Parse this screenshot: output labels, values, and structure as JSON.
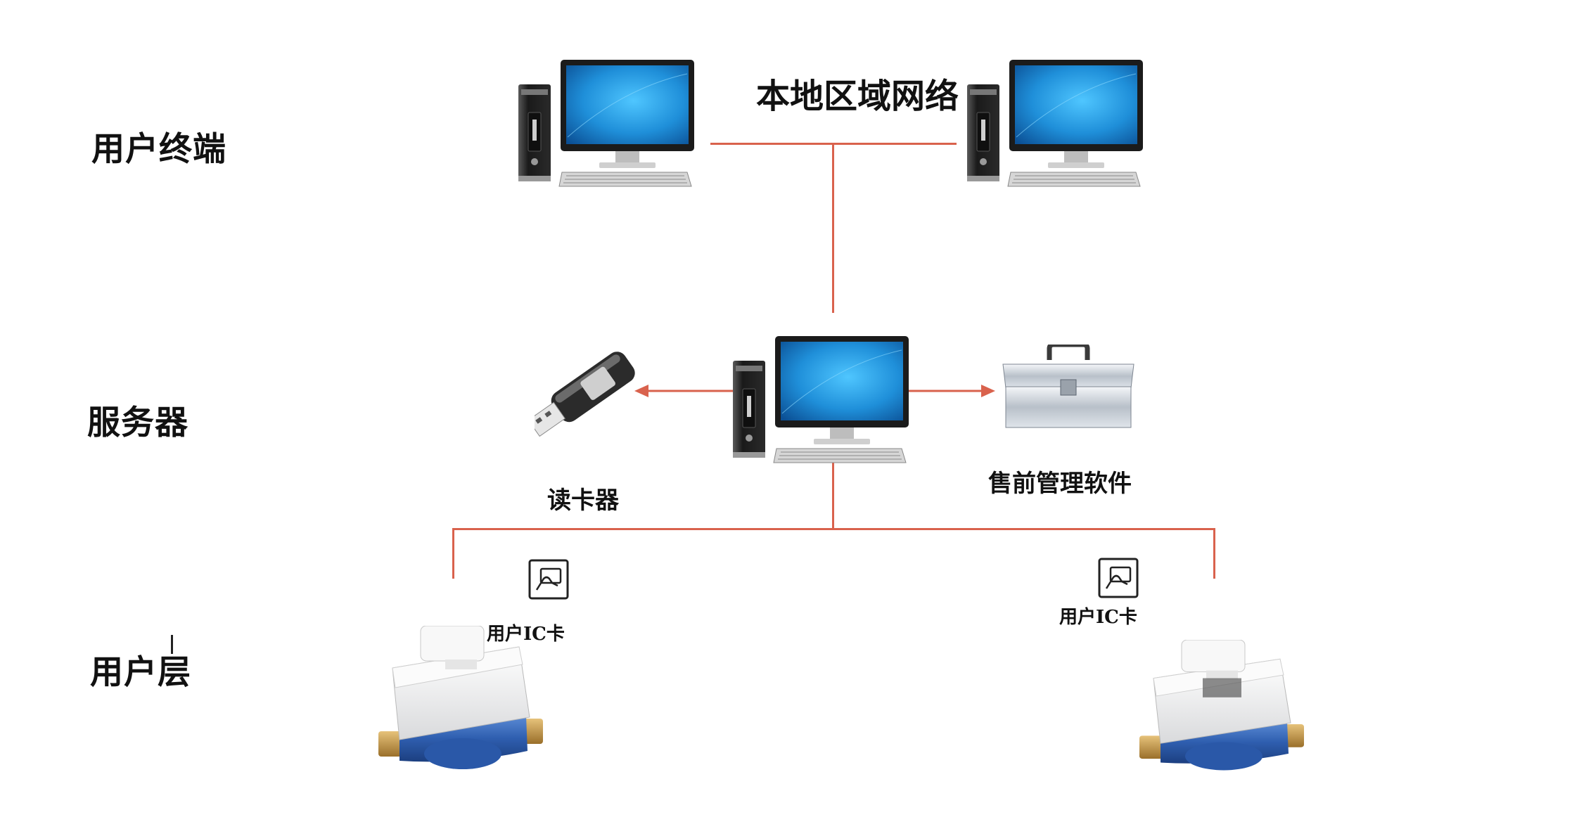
{
  "layers": {
    "client": "用户终端",
    "server": "服务器",
    "user": "用户层"
  },
  "network_label": "本地区域网络",
  "server_devices": {
    "card_reader_label": "读卡器",
    "presale_software_label": "售前管理软件"
  },
  "user_devices": {
    "card_left_label_cn": "用户",
    "card_left_label_latin": "IC",
    "card_left_label_tail": "卡",
    "card_right_label_cn": "用户",
    "card_right_label_latin": "IC",
    "card_right_label_tail": "卡"
  },
  "colors": {
    "connector": "#d9624d",
    "screen": "#1f8fd9",
    "meter_body": "#f2f2f2",
    "meter_pipe": "#2f5fb0",
    "brass": "#c99a45"
  },
  "icons": [
    "desktop-computer-icon",
    "usb-card-reader-icon",
    "toolbox-icon",
    "card-tap-icon",
    "water-meter-icon"
  ]
}
